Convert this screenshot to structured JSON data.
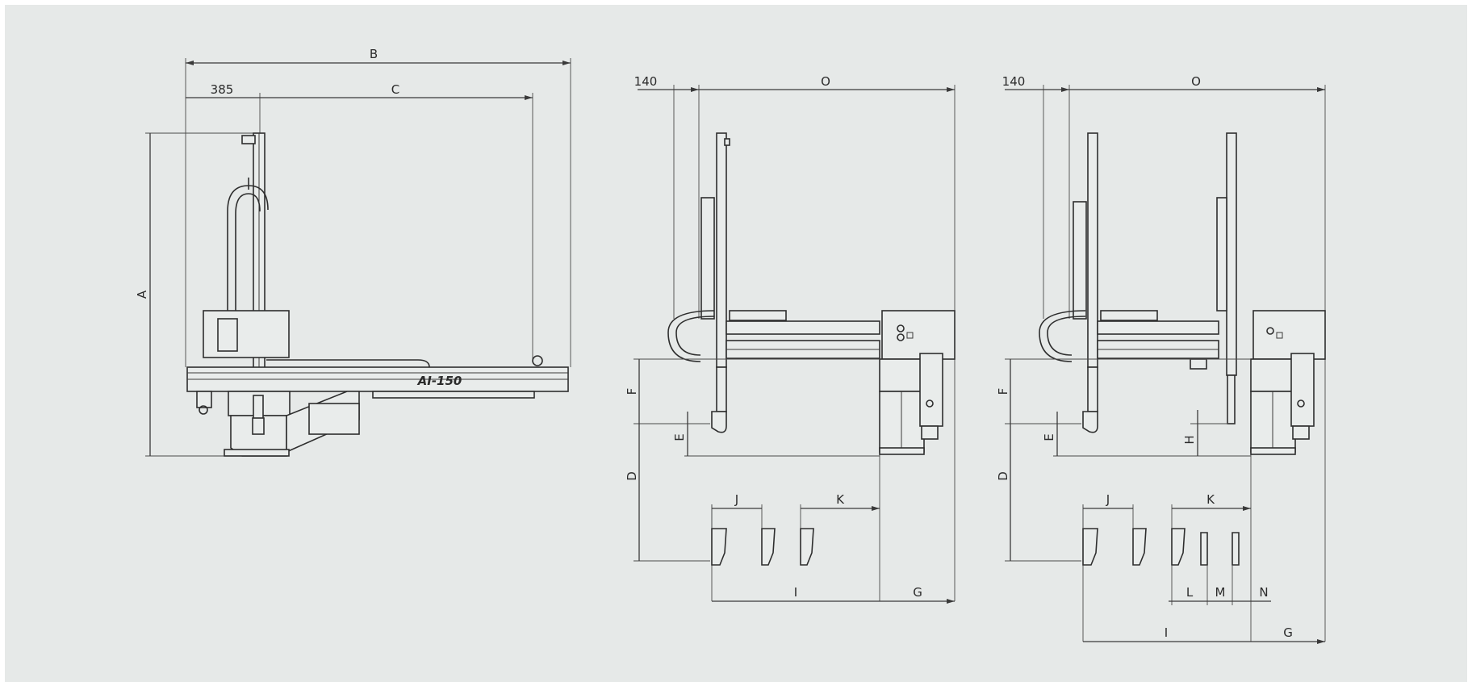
{
  "colors": {
    "background": "#e6e9e8",
    "line": "#2e2e2e"
  },
  "labels": {
    "A": "A",
    "B": "B",
    "C": "C",
    "D": "D",
    "E": "E",
    "F": "F",
    "G": "G",
    "H": "H",
    "I": "I",
    "J": "J",
    "K": "K",
    "L": "L",
    "M": "M",
    "N": "N",
    "O": "O",
    "d385": "385",
    "d140": "140",
    "brand": "AI-150"
  }
}
